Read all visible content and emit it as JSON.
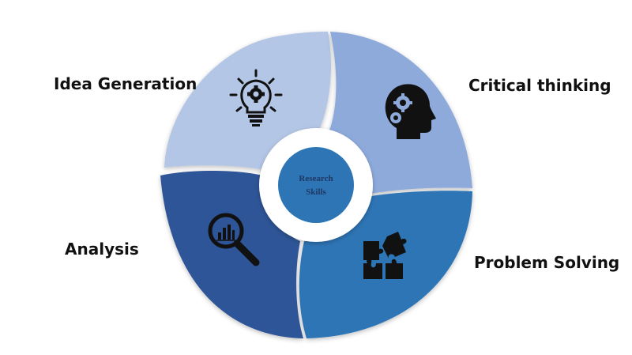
{
  "diagram": {
    "center": {
      "line1": "Research",
      "line2": "Skills"
    },
    "segments": [
      {
        "name": "idea-generation",
        "label": "Idea Generation",
        "icon": "lightbulb-gear-icon",
        "color": "#b3c6e5"
      },
      {
        "name": "critical-thinking",
        "label": "Critical thinking",
        "icon": "head-gears-icon",
        "color": "#8eaadb"
      },
      {
        "name": "problem-solving",
        "label": "Problem Solving",
        "icon": "puzzle-pieces-icon",
        "color": "#2e75b6"
      },
      {
        "name": "analysis",
        "label": "Analysis",
        "icon": "magnifier-chart-icon",
        "color": "#2f5597"
      }
    ],
    "hub_ring_color": "#ffffff",
    "hub_color": "#2e75b6",
    "hub_text_color": "#1f3864"
  }
}
